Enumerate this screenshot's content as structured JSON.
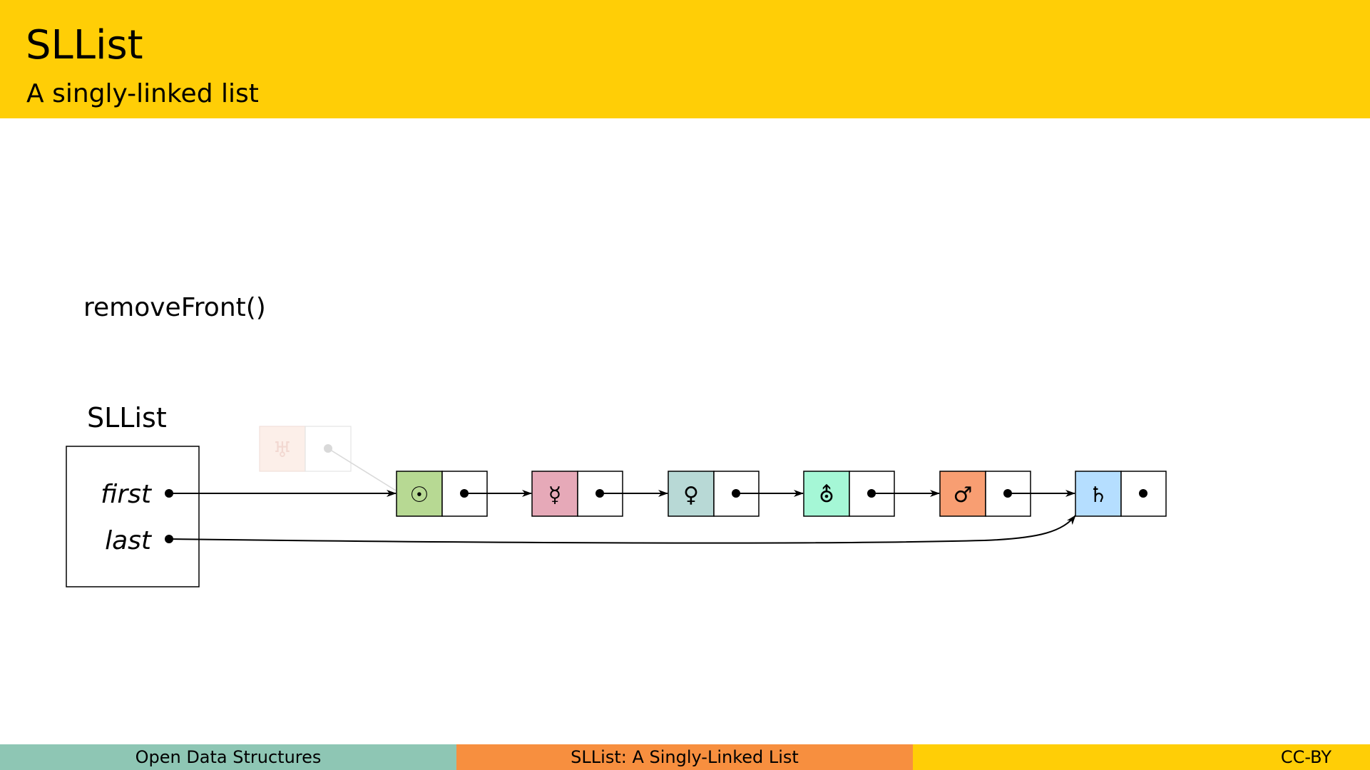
{
  "header": {
    "title": "SLList",
    "subtitle": "A singly-linked list"
  },
  "main": {
    "operation": "removeFront()",
    "list_label": "SLList",
    "fields": {
      "first": "first",
      "last": "last"
    },
    "removed_node": {
      "glyph": "♅",
      "color": "#FBE3D8"
    },
    "nodes": [
      {
        "glyph": "☉",
        "color": "#B7D993"
      },
      {
        "glyph": "☿",
        "color": "#E6A9B8"
      },
      {
        "glyph": "♀",
        "color": "#B8D9D6"
      },
      {
        "glyph": "⛢",
        "color": "#A5F7D6"
      },
      {
        "glyph": "♂",
        "color": "#F89E72"
      },
      {
        "glyph": "♄",
        "color": "#B5DEFF"
      }
    ]
  },
  "footer": {
    "left": "Open Data Structures",
    "middle": "SLList: A Singly-Linked List",
    "right": "CC-BY"
  },
  "colors": {
    "header_bg": "#FFCE06",
    "footer_left_bg": "#8EC6B4",
    "footer_mid_bg": "#F78F3F",
    "footer_right_bg": "#FFCE06"
  }
}
